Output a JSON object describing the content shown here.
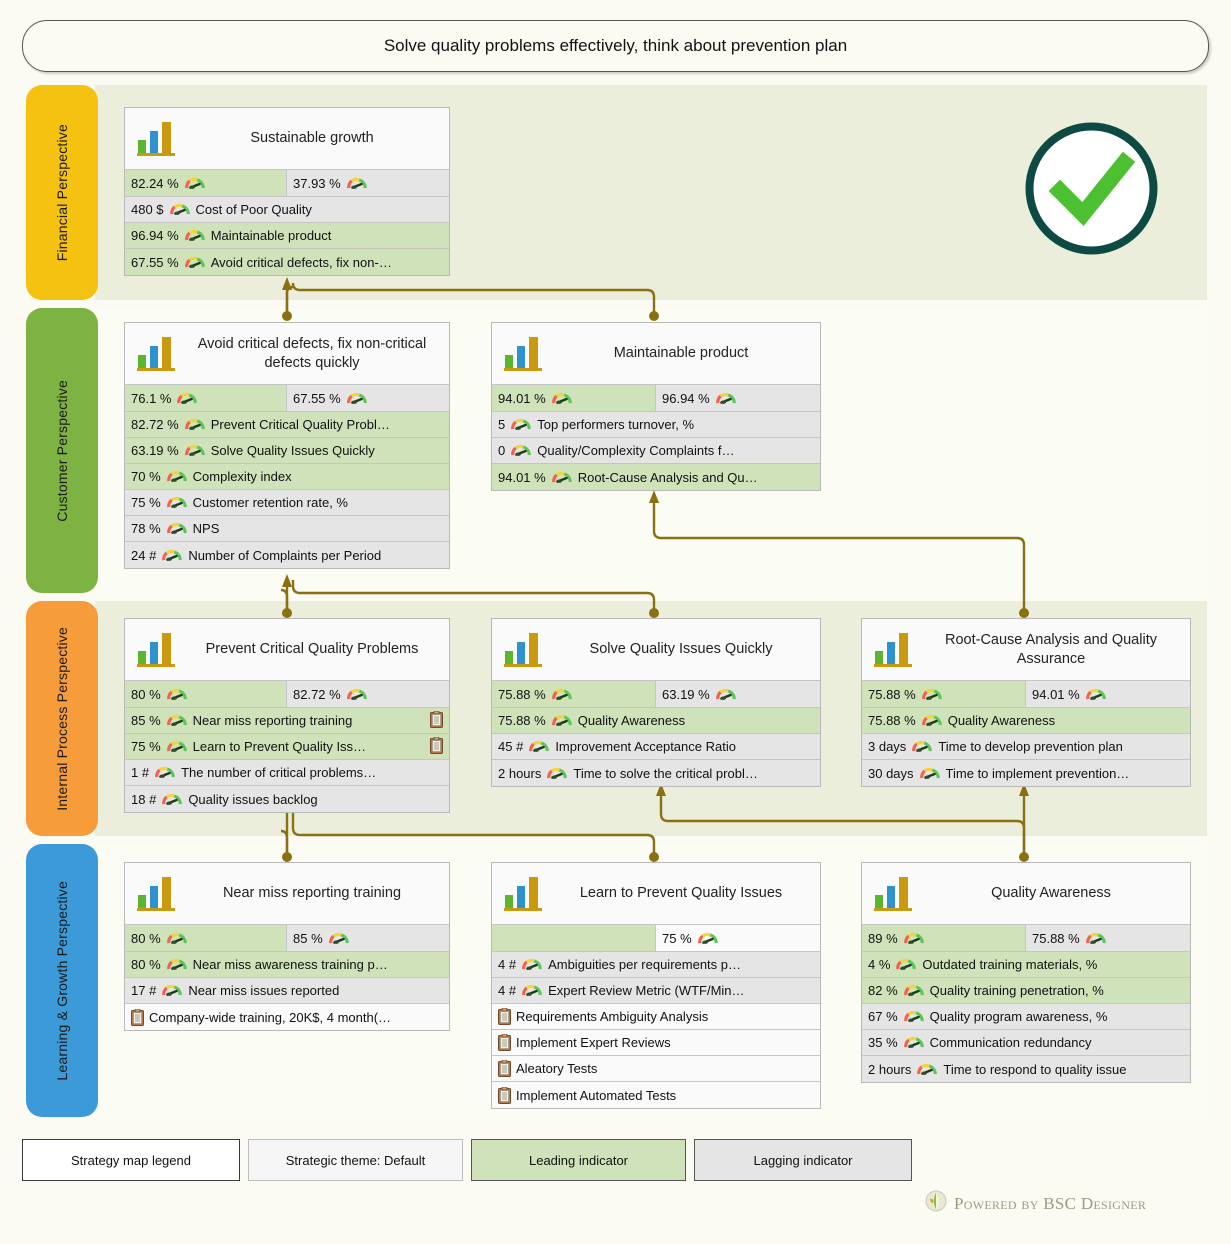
{
  "title": "Solve quality problems effectively, think about prevention plan",
  "colors": {
    "financial": "#f5c211",
    "customer": "#7cb342",
    "internal": "#f79c3b",
    "learning": "#3d9ad9",
    "band_bg": "#eaeeda",
    "page_bg": "#fbfbf4",
    "leading": "#cfe2b9",
    "lagging": "#e5e5e5",
    "connector": "#8a7013",
    "check_ring": "#0d4a43",
    "check_mark": "#4cc030"
  },
  "perspectives": [
    {
      "name": "Financial Perspective",
      "color": "#f5c211"
    },
    {
      "name": "Customer Perspective",
      "color": "#7cb342"
    },
    {
      "name": "Internal Process Perspective",
      "color": "#f79c3b"
    },
    {
      "name": "Learning & Growth Perspective",
      "color": "#3d9ad9"
    }
  ],
  "objectives": [
    {
      "id": "sustainable-growth",
      "title": "Sustainable growth",
      "dual": [
        {
          "value": "82.24 %",
          "kind": "leading"
        },
        {
          "value": "37.93 %",
          "kind": "lagging"
        }
      ],
      "rows": [
        {
          "value": "480 $",
          "label": "Cost of Poor Quality",
          "kind": "lagging",
          "icon": "gauge",
          "trail": null
        },
        {
          "value": "96.94 %",
          "label": "Maintainable product",
          "kind": "leading",
          "icon": "gauge",
          "trail": null
        },
        {
          "value": "67.55 %",
          "label": "Avoid  critical  defects,  fix  non-…",
          "kind": "leading",
          "icon": "gauge",
          "trail": null
        }
      ]
    },
    {
      "id": "avoid-critical-defects",
      "title": "Avoid critical defects, fix non-critical defects quickly",
      "dual": [
        {
          "value": "76.1 %",
          "kind": "leading"
        },
        {
          "value": "67.55 %",
          "kind": "lagging"
        }
      ],
      "rows": [
        {
          "value": "82.72 %",
          "label": "Prevent  Critical  Quality  Probl…",
          "kind": "leading",
          "icon": "gauge",
          "trail": null
        },
        {
          "value": "63.19 %",
          "label": "Solve Quality Issues Quickly",
          "kind": "leading",
          "icon": "gauge",
          "trail": null
        },
        {
          "value": "70 %",
          "label": "Complexity index",
          "kind": "leading",
          "icon": "gauge",
          "trail": null
        },
        {
          "value": "75 %",
          "label": "Customer retention rate, %",
          "kind": "lagging",
          "icon": "gauge",
          "trail": null
        },
        {
          "value": "78 %",
          "label": "NPS",
          "kind": "lagging",
          "icon": "gauge",
          "trail": null
        },
        {
          "value": "24 #",
          "label": "Number of Complaints per Period",
          "kind": "lagging",
          "icon": "gauge",
          "trail": null
        }
      ]
    },
    {
      "id": "maintainable-product",
      "title": "Maintainable product",
      "dual": [
        {
          "value": "94.01 %",
          "kind": "leading"
        },
        {
          "value": "96.94 %",
          "kind": "lagging"
        }
      ],
      "rows": [
        {
          "value": "5",
          "label": "Top performers turnover, %",
          "kind": "lagging",
          "icon": "gauge",
          "trail": null
        },
        {
          "value": "0",
          "label": "Quality/Complexity  Complaints  f…",
          "kind": "lagging",
          "icon": "gauge",
          "trail": null
        },
        {
          "value": "94.01 %",
          "label": "Root-Cause  Analysis  and  Qu…",
          "kind": "leading",
          "icon": "gauge",
          "trail": null
        }
      ]
    },
    {
      "id": "prevent-critical-quality-problems",
      "title": "Prevent Critical Quality Problems",
      "dual": [
        {
          "value": "80 %",
          "kind": "leading"
        },
        {
          "value": "82.72 %",
          "kind": "lagging"
        }
      ],
      "rows": [
        {
          "value": "85 %",
          "label": "Near miss reporting training",
          "kind": "leading",
          "icon": "gauge",
          "trail": "clipboard"
        },
        {
          "value": "75 %",
          "label": "Learn  to  Prevent  Quality  Iss…",
          "kind": "leading",
          "icon": "gauge",
          "trail": "clipboard"
        },
        {
          "value": "1 #",
          "label": "The  number  of  critical  problems…",
          "kind": "lagging",
          "icon": "gauge",
          "trail": null
        },
        {
          "value": "18 #",
          "label": "Quality issues backlog",
          "kind": "lagging",
          "icon": "gauge",
          "trail": null
        }
      ]
    },
    {
      "id": "solve-quality-issues-quickly",
      "title": "Solve Quality Issues Quickly",
      "dual": [
        {
          "value": "75.88 %",
          "kind": "leading"
        },
        {
          "value": "63.19 %",
          "kind": "lagging"
        }
      ],
      "rows": [
        {
          "value": "75.88 %",
          "label": "Quality Awareness",
          "kind": "leading",
          "icon": "gauge",
          "trail": null
        },
        {
          "value": "45 #",
          "label": "Improvement Acceptance Ratio",
          "kind": "lagging",
          "icon": "gauge",
          "trail": null
        },
        {
          "value": "2 hours",
          "label": "Time  to  solve  the  critical  probl…",
          "kind": "lagging",
          "icon": "gauge",
          "trail": null
        }
      ]
    },
    {
      "id": "root-cause-analysis",
      "title": "Root-Cause Analysis and Quality Assurance",
      "dual": [
        {
          "value": "75.88 %",
          "kind": "leading"
        },
        {
          "value": "94.01 %",
          "kind": "lagging"
        }
      ],
      "rows": [
        {
          "value": "75.88 %",
          "label": "Quality Awareness",
          "kind": "leading",
          "icon": "gauge",
          "trail": null
        },
        {
          "value": "3 days",
          "label": "Time to develop prevention plan",
          "kind": "lagging",
          "icon": "gauge",
          "trail": null
        },
        {
          "value": "30 days",
          "label": "Time  to  implement  prevention…",
          "kind": "lagging",
          "icon": "gauge",
          "trail": null
        }
      ]
    },
    {
      "id": "near-miss-reporting-training",
      "title": "Near miss reporting training",
      "dual": [
        {
          "value": "80 %",
          "kind": "leading"
        },
        {
          "value": "85 %",
          "kind": "lagging"
        }
      ],
      "rows": [
        {
          "value": "80 %",
          "label": "Near  miss  awareness  training  p…",
          "kind": "leading",
          "icon": "gauge",
          "trail": null
        },
        {
          "value": "17 #",
          "label": "Near miss issues reported",
          "kind": "lagging",
          "icon": "gauge",
          "trail": null
        },
        {
          "value": "",
          "label": "Company-wide  training,  20K$,  4  month(…",
          "kind": "plain",
          "icon": "clipboard",
          "trail": null
        }
      ]
    },
    {
      "id": "learn-to-prevent-quality-issues",
      "title": "Learn to Prevent Quality Issues",
      "dual": [
        {
          "value": "",
          "kind": "leading"
        },
        {
          "value": "75 %",
          "kind": "plain"
        }
      ],
      "rows": [
        {
          "value": "4 #",
          "label": "Ambiguities  per  requirements  p…",
          "kind": "lagging",
          "icon": "gauge",
          "trail": null
        },
        {
          "value": "4 #",
          "label": "Expert  Review  Metric  (WTF/Min…",
          "kind": "lagging",
          "icon": "gauge",
          "trail": null
        },
        {
          "value": "",
          "label": "Requirements Ambiguity Analysis",
          "kind": "plain",
          "icon": "clipboard",
          "trail": null
        },
        {
          "value": "",
          "label": "Implement Expert Reviews",
          "kind": "plain",
          "icon": "clipboard",
          "trail": null
        },
        {
          "value": "",
          "label": "Aleatory Tests",
          "kind": "plain",
          "icon": "clipboard",
          "trail": null
        },
        {
          "value": "",
          "label": "Implement Automated Tests",
          "kind": "plain",
          "icon": "clipboard",
          "trail": null
        }
      ]
    },
    {
      "id": "quality-awareness",
      "title": "Quality Awareness",
      "dual": [
        {
          "value": "89 %",
          "kind": "leading"
        },
        {
          "value": "75.88 %",
          "kind": "lagging"
        }
      ],
      "rows": [
        {
          "value": "4 %",
          "label": "Outdated training materials, %",
          "kind": "leading",
          "icon": "gauge",
          "trail": null
        },
        {
          "value": "82 %",
          "label": "Quality training penetration, %",
          "kind": "leading",
          "icon": "gauge",
          "trail": null
        },
        {
          "value": "67 %",
          "label": "Quality program awareness, %",
          "kind": "lagging",
          "icon": "gauge",
          "trail": null
        },
        {
          "value": "35 %",
          "label": "Communication redundancy",
          "kind": "lagging",
          "icon": "gauge",
          "trail": null
        },
        {
          "value": "2 hours",
          "label": "Time to respond to quality issue",
          "kind": "lagging",
          "icon": "gauge",
          "trail": null
        }
      ]
    }
  ],
  "legend": [
    {
      "label": "Strategy map legend"
    },
    {
      "label": "Strategic theme: Default"
    },
    {
      "label": "Leading indicator"
    },
    {
      "label": "Lagging indicator"
    }
  ],
  "footer": {
    "powered_by": "Powered by BSC Designer"
  }
}
